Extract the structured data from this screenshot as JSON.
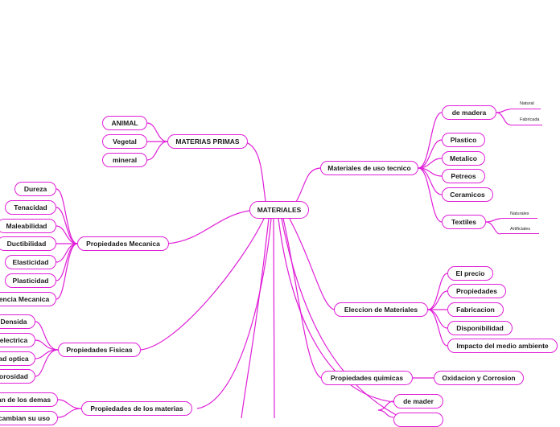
{
  "colors": {
    "line": "#e01fd8",
    "text": "#1a1a1a",
    "background": "#ffffff"
  },
  "root": "MATERIALES",
  "materias_primas": {
    "label": "MATERIAS PRIMAS",
    "items": [
      "ANIMAL",
      "Vegetal",
      "mineral"
    ]
  },
  "mecanica": {
    "label": "Propiedades Mecanica",
    "items": [
      "Dureza",
      "Tenacidad",
      "Maleabilidad",
      "Ductibilidad",
      "Elasticidad",
      "Plasticidad",
      "encia Mecanica"
    ]
  },
  "fisicas": {
    "label": "Propiedades Fisicas",
    "items": [
      "Densida",
      "electrica",
      "ad optica",
      "orosidad"
    ]
  },
  "materias": {
    "label": "Propiedades de los materias",
    "items": [
      "an de los demas",
      "cambian su uso"
    ]
  },
  "uso_tecnico": {
    "label": "Materiales de uso tecnico",
    "items": [
      "de madera",
      "Plastico",
      "Metalico",
      "Petreos",
      "Ceramicos",
      "Textiles"
    ],
    "madera_sub": [
      "Natural",
      "Fabricada"
    ],
    "textiles_sub": [
      "Naturales",
      "Artificiales"
    ]
  },
  "eleccion": {
    "label": "Eleccion de Materiales",
    "items": [
      "El precio",
      "Propiedades",
      "Fabricacion",
      "Disponibilidad",
      "Impacto del medio ambiente"
    ]
  },
  "quimicas": {
    "label": "Propiedades quimicas",
    "items": [
      "Oxidacion y Corrosion"
    ]
  },
  "bottom": {
    "items": [
      "de mader"
    ]
  }
}
